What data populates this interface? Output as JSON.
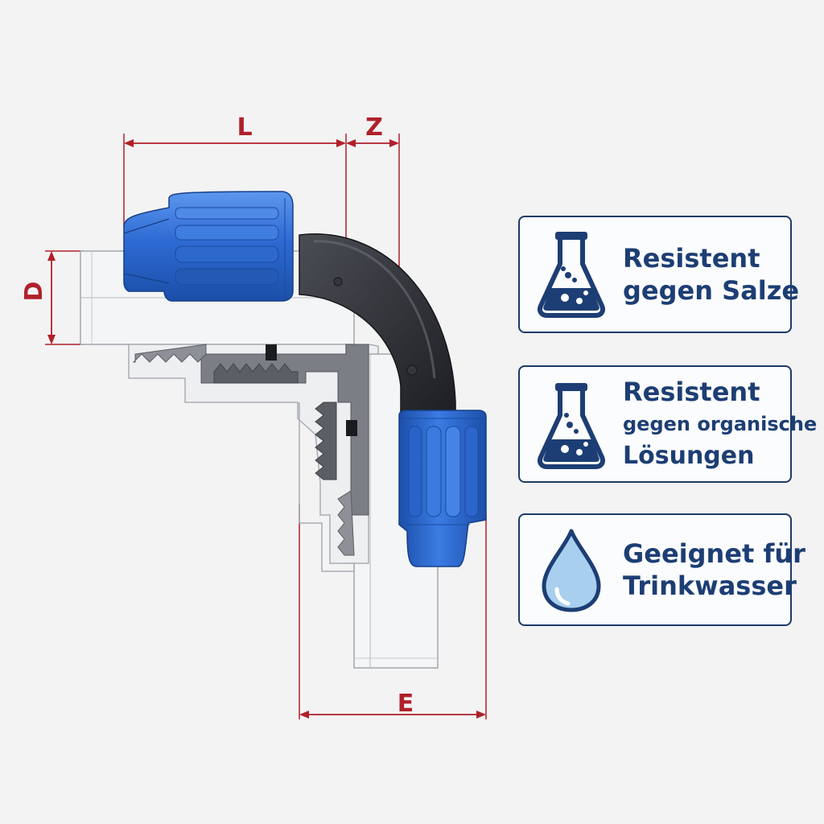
{
  "dimensions": {
    "L": "L",
    "Z": "Z",
    "D": "D",
    "E": "E"
  },
  "colors": {
    "dimension_red": "#b0202a",
    "cap_blue": "#2f6fd6",
    "body_black": "#2a2c30",
    "navy_text": "#1d3e74",
    "water_blue": "#a9cfee"
  },
  "features": [
    {
      "icon": "flask-icon",
      "line1": "Resistent",
      "line2": "gegen Salze"
    },
    {
      "icon": "flask-icon",
      "line1": "Resistent",
      "line2": "gegen organische",
      "line3": "Lösungen"
    },
    {
      "icon": "water-drop-icon",
      "line1": "Geeignet für",
      "line2": "Trinkwasser"
    }
  ]
}
